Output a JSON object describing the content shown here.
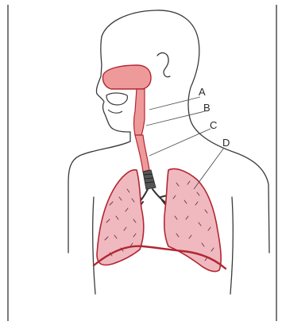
{
  "labels": [
    {
      "id": "A",
      "text": "A"
    },
    {
      "id": "B",
      "text": "B"
    },
    {
      "id": "C",
      "text": "C"
    },
    {
      "id": "D",
      "text": "D"
    }
  ],
  "colors": {
    "outline": "#3a3a3a",
    "lung_fill": "#efb9bf",
    "lung_dark": "#b22633",
    "cavity_fill": "#ee9a9a",
    "airway_dark": "#333333"
  }
}
